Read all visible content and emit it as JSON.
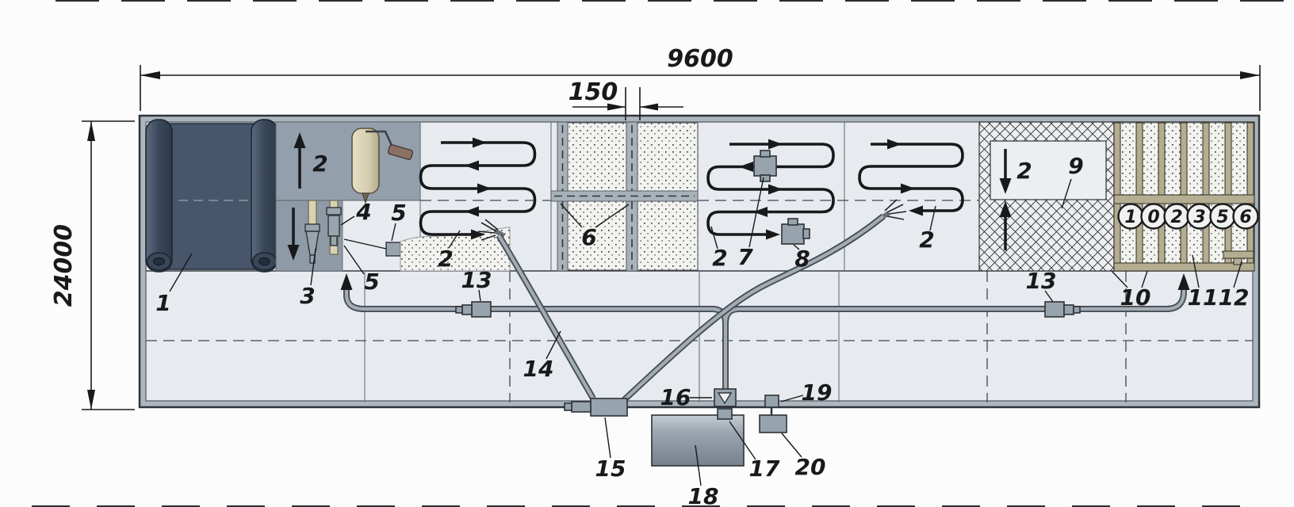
{
  "diagram": {
    "title_note": "roof waterproofing installation plan",
    "dims": {
      "width_label": "9600",
      "overlap_label": "150",
      "height_label": "24000"
    },
    "callouts": {
      "n1": "1",
      "n2_prime": "2",
      "n3": "3",
      "n4": "4",
      "n5_top": "5",
      "n5_bottom": "5",
      "n2_s1": "2",
      "n6": "6",
      "n2_s2": "2",
      "n7": "7",
      "n8": "8",
      "n2_s3": "2",
      "n2_inset": "2",
      "n9": "9",
      "n10": "10",
      "n11": "11",
      "n12": "12",
      "n13_left": "13",
      "n13_right": "13",
      "n14": "14",
      "n15": "15",
      "n16": "16",
      "n17": "17",
      "n18": "18",
      "n19": "19",
      "n20": "20"
    },
    "badges": [
      "1",
      "0",
      "2",
      "3",
      "5",
      "6"
    ],
    "colors": {
      "floor": "#e7eaee",
      "border_band": "#adb5bd",
      "roll_material": "#47566a",
      "primed_area": "#93a0ab",
      "batten": "#b5ad92",
      "hose": "#a3acb4",
      "equipment": "#97a3ad",
      "ink": "#17191b"
    }
  }
}
